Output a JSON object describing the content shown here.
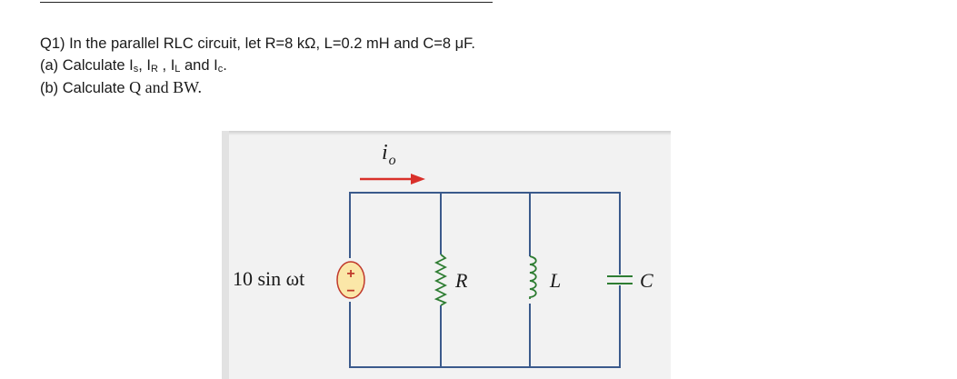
{
  "question": {
    "line1": "Q1) In the parallel RLC circuit, let R=8 kΩ, L=0.2 mH and C=8 μF.",
    "line2": {
      "prefix": "(a) Calculate ",
      "I": "I",
      "s": "s",
      "R": "R",
      "L": "L",
      "c": "c",
      "sep": ", ",
      "sep2": " , ",
      "and": " and ",
      "end": "."
    },
    "line3": {
      "prefix": "(b) Calculate ",
      "Q": "Q",
      "and": " and ",
      "BW": "BW."
    }
  },
  "circuit": {
    "source_label": "10 sin ωt",
    "current_label": "i",
    "current_subscript": "o",
    "plus": "+",
    "minus": "−",
    "R_label": "R",
    "L_label": "L",
    "C_label": "C",
    "colors": {
      "wire": "#3b5a8c",
      "panel_bg": "#f2f2f2",
      "arrow": "#d9302a",
      "source_fill": "#fbe7a8",
      "source_stroke": "#c0392b",
      "resistor": "#2e7d32",
      "inductor": "#2e7d32"
    }
  }
}
